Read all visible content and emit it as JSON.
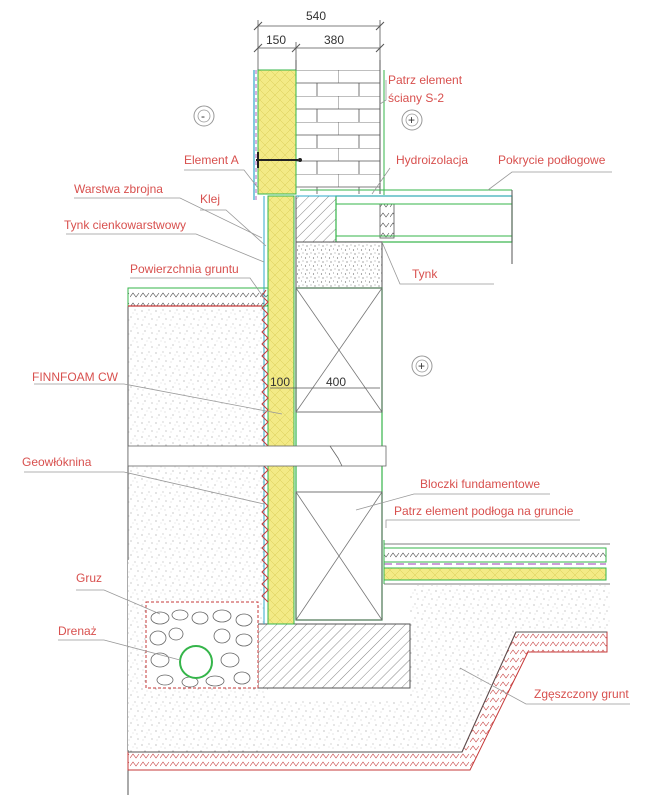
{
  "dimensions": {
    "total": "540",
    "left": "150",
    "right": "380",
    "insulation": "100",
    "block": "400"
  },
  "labels": {
    "wall_ref_1": "Patrz element",
    "wall_ref_2": "ściany S-2",
    "element_a": "Element A",
    "hydro": "Hydroizolacja",
    "floor_cover": "Pokrycie podłogowe",
    "reinforced_layer": "Warstwa zbrojna",
    "glue": "Klej",
    "thin_plaster": "Tynk cienkowarstwowy",
    "plaster": "Tynk",
    "ground_surface": "Powierzchnia gruntu",
    "finnfoam": "FINNFOAM CW",
    "geotextile": "Geowłóknina",
    "blocks": "Bloczki fundamentowe",
    "floor_ref": "Patrz element podłoga na gruncie",
    "rubble": "Gruz",
    "drain": "Drenaż",
    "compacted": "Zgęszczony grunt"
  },
  "symbols": {
    "minus": "-",
    "plus": "+"
  },
  "colors": {
    "annotation": "#d8504e",
    "insulation": "#f3ea86",
    "outline_green": "#35b54a",
    "membrane": "#2ea8c9",
    "ground_hatch": "#c63a3a"
  }
}
